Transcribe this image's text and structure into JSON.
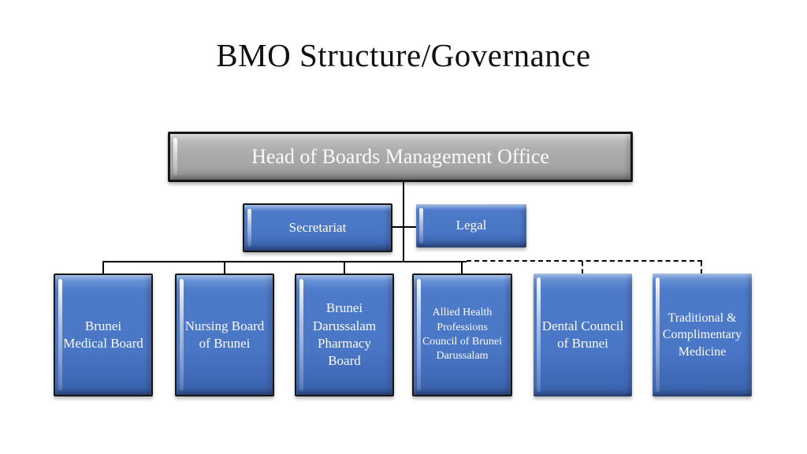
{
  "title": "BMO Structure/Governance",
  "org_chart": {
    "head": {
      "label": "Head of Boards Management Office"
    },
    "level2": [
      {
        "label": "Secretariat"
      },
      {
        "label": "Legal"
      }
    ],
    "boards": [
      {
        "label": "Brunei Medical Board",
        "link": "solid"
      },
      {
        "label": "Nursing Board of Brunei",
        "link": "solid"
      },
      {
        "label": "Brunei Darussalam Pharmacy Board",
        "link": "solid"
      },
      {
        "label": "Allied Health Professions Council of Brunei Darussalam",
        "link": "solid"
      },
      {
        "label": "Dental Council of Brunei",
        "link": "dashed"
      },
      {
        "label": "Traditional & Complimentary Medicine",
        "link": "dashed"
      }
    ],
    "colors": {
      "head_box_fill": "#A6A6A6",
      "board_box_fill": "#4472C4",
      "connector_line": "#000000",
      "text_on_boxes": "#FFFFFF",
      "title_text": "#111111",
      "background": "#FFFFFF"
    }
  }
}
